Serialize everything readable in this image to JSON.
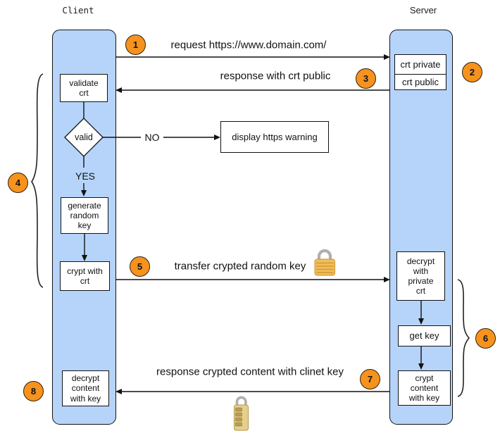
{
  "actors": {
    "client": "Client",
    "server": "Server"
  },
  "badges": [
    "1",
    "2",
    "3",
    "4",
    "5",
    "6",
    "7",
    "8"
  ],
  "messages": {
    "request": "request https://www.domain.com/",
    "response_crt": "response with crt public",
    "transfer_key": "transfer crypted random key",
    "response_content": "response crypted content with clinet key"
  },
  "decision": {
    "label": "valid",
    "no": "NO",
    "yes": "YES"
  },
  "client_steps": {
    "validate": "validate\ncrt",
    "generate": "generate\nrandom\nkey",
    "crypt": "crypt with\ncrt",
    "decrypt": "decrypt\ncontent\nwith key"
  },
  "server_steps": {
    "crt_private": "crt private",
    "crt_public": "crt public",
    "decrypt": "decrypt\nwith\nprivate\ncrt",
    "get_key": "get key",
    "crypt": "crypt\ncontent\nwith key"
  },
  "warning_label": "display https warning",
  "icons": {
    "padlock": "padlock-icon",
    "combination_lock": "combination-lock-icon"
  },
  "colors": {
    "lane_fill": "#B6D4FA",
    "badge_fill": "#F6921E",
    "line": "#111111",
    "padlock_body": "#F2BE5A",
    "shackle": "#AFAFAF"
  }
}
